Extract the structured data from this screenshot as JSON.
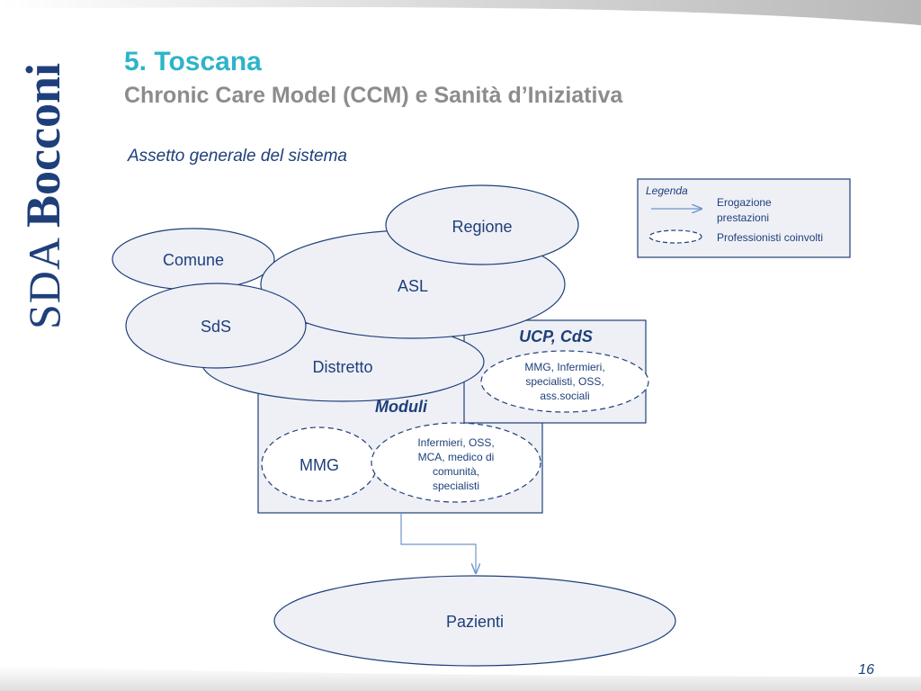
{
  "slide": {
    "title": "5. Toscana",
    "subtitle": "Chronic Care Model (CCM) e Sanità d’Iniziativa",
    "section": "Assetto generale del sistema",
    "page_number": "16",
    "brand_sda": "SDA",
    "brand_bocconi": "Bocconi"
  },
  "legend": {
    "title": "Legenda",
    "arrow_label_1": "Erogazione",
    "arrow_label_2": "prestazioni",
    "dashed_label": "Professionisti coinvolti"
  },
  "diagram": {
    "regione": "Regione",
    "comune": "Comune",
    "asl": "ASL",
    "sds": "SdS",
    "distretto": "Distretto",
    "ucp_title": "UCP, CdS",
    "ucp_prof": [
      "MMG, Infermieri,",
      "specialisti, OSS,",
      "ass.sociali"
    ],
    "moduli_title": "Moduli",
    "mmg": "MMG",
    "moduli_prof": [
      "Infermieri, OSS,",
      "MCA, medico di",
      "comunità,",
      "specialisti"
    ],
    "pazienti": "Pazienti"
  },
  "colors": {
    "title": "#2eb4c8",
    "subtitle": "#8c8c8c",
    "navy": "#1f3f7a",
    "shape_fill": "#eef0f6",
    "shape_stroke": "#1f3f7a",
    "arrow": "#6f97c9"
  }
}
